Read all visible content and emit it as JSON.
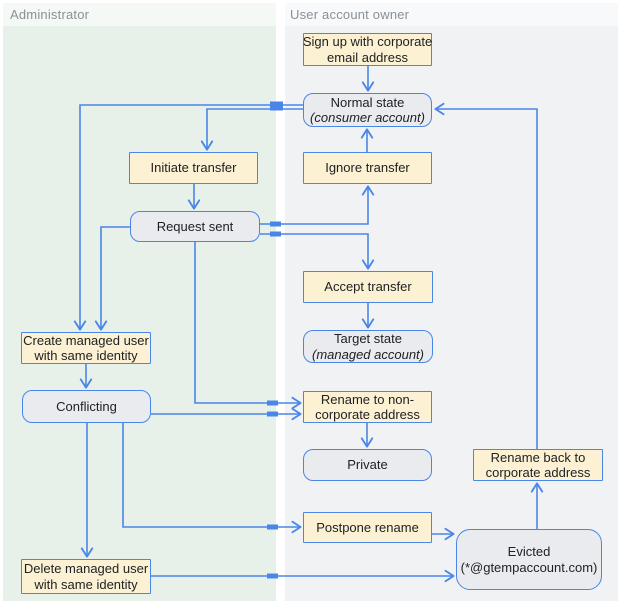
{
  "lanes": [
    {
      "id": "administrator",
      "label": "Administrator"
    },
    {
      "id": "user-account-owner",
      "label": "User account owner"
    }
  ],
  "colors": {
    "connector_blue": "#4a86e8",
    "action_fill": "#fcf2d3",
    "state_fill": "#e9ebee",
    "lane_admin_bg": "#e7f1ea",
    "lane_owner_bg": "#f0f2f4",
    "lane_label_text": "#8a9095",
    "node_text": "#202124"
  },
  "nodes": [
    {
      "id": "sign-up",
      "kind": "action",
      "lane": "user-account-owner",
      "lines": [
        "Sign up with corporate",
        "email address"
      ],
      "italic_line": null
    },
    {
      "id": "normal-state",
      "kind": "state",
      "lane": "user-account-owner",
      "lines": [
        "Normal state",
        "(consumer account)"
      ],
      "italic_line": 1
    },
    {
      "id": "initiate-transfer",
      "kind": "action",
      "lane": "administrator",
      "lines": [
        "Initiate transfer"
      ],
      "italic_line": null
    },
    {
      "id": "ignore-transfer",
      "kind": "action",
      "lane": "user-account-owner",
      "lines": [
        "Ignore transfer"
      ],
      "italic_line": null
    },
    {
      "id": "request-sent",
      "kind": "state",
      "lane": "administrator",
      "lines": [
        "Request sent"
      ],
      "italic_line": null
    },
    {
      "id": "accept-transfer",
      "kind": "action",
      "lane": "user-account-owner",
      "lines": [
        "Accept transfer"
      ],
      "italic_line": null
    },
    {
      "id": "target-state",
      "kind": "state",
      "lane": "user-account-owner",
      "lines": [
        "Target state",
        "(managed account)"
      ],
      "italic_line": 1
    },
    {
      "id": "create-managed-user",
      "kind": "action",
      "lane": "administrator",
      "lines": [
        "Create managed user",
        "with same identity"
      ],
      "italic_line": null
    },
    {
      "id": "conflicting",
      "kind": "state",
      "lane": "administrator",
      "lines": [
        "Conflicting"
      ],
      "italic_line": null
    },
    {
      "id": "rename-to-non-corporate",
      "kind": "action",
      "lane": "user-account-owner",
      "lines": [
        "Rename to non-",
        "corporate address"
      ],
      "italic_line": null
    },
    {
      "id": "private",
      "kind": "state",
      "lane": "user-account-owner",
      "lines": [
        "Private"
      ],
      "italic_line": null
    },
    {
      "id": "rename-back-to-corporate",
      "kind": "action",
      "lane": "user-account-owner",
      "lines": [
        "Rename back to",
        "corporate address"
      ],
      "italic_line": null
    },
    {
      "id": "postpone-rename",
      "kind": "action",
      "lane": "user-account-owner",
      "lines": [
        "Postpone rename"
      ],
      "italic_line": null
    },
    {
      "id": "evicted",
      "kind": "state",
      "lane": "user-account-owner",
      "lines": [
        "Evicted",
        "(*@gtempaccount.com)"
      ],
      "italic_line": null
    },
    {
      "id": "delete-managed-user",
      "kind": "action",
      "lane": "administrator",
      "lines": [
        "Delete managed user",
        "with same identity"
      ],
      "italic_line": null
    }
  ],
  "edges": [
    {
      "from": "sign-up",
      "to": "normal-state"
    },
    {
      "from": "ignore-transfer",
      "to": "normal-state"
    },
    {
      "from": "rename-back-to-corporate",
      "to": "normal-state"
    },
    {
      "from": "normal-state",
      "to": "create-managed-user"
    },
    {
      "from": "normal-state",
      "to": "initiate-transfer"
    },
    {
      "from": "initiate-transfer",
      "to": "request-sent"
    },
    {
      "from": "request-sent",
      "to": "ignore-transfer"
    },
    {
      "from": "request-sent",
      "to": "accept-transfer"
    },
    {
      "from": "accept-transfer",
      "to": "target-state"
    },
    {
      "from": "request-sent",
      "to": "create-managed-user"
    },
    {
      "from": "request-sent",
      "to": "rename-to-non-corporate"
    },
    {
      "from": "create-managed-user",
      "to": "conflicting"
    },
    {
      "from": "conflicting",
      "to": "rename-to-non-corporate"
    },
    {
      "from": "rename-to-non-corporate",
      "to": "private"
    },
    {
      "from": "conflicting",
      "to": "delete-managed-user"
    },
    {
      "from": "conflicting",
      "to": "postpone-rename"
    },
    {
      "from": "postpone-rename",
      "to": "evicted"
    },
    {
      "from": "delete-managed-user",
      "to": "evicted"
    },
    {
      "from": "evicted",
      "to": "rename-back-to-corporate"
    }
  ]
}
